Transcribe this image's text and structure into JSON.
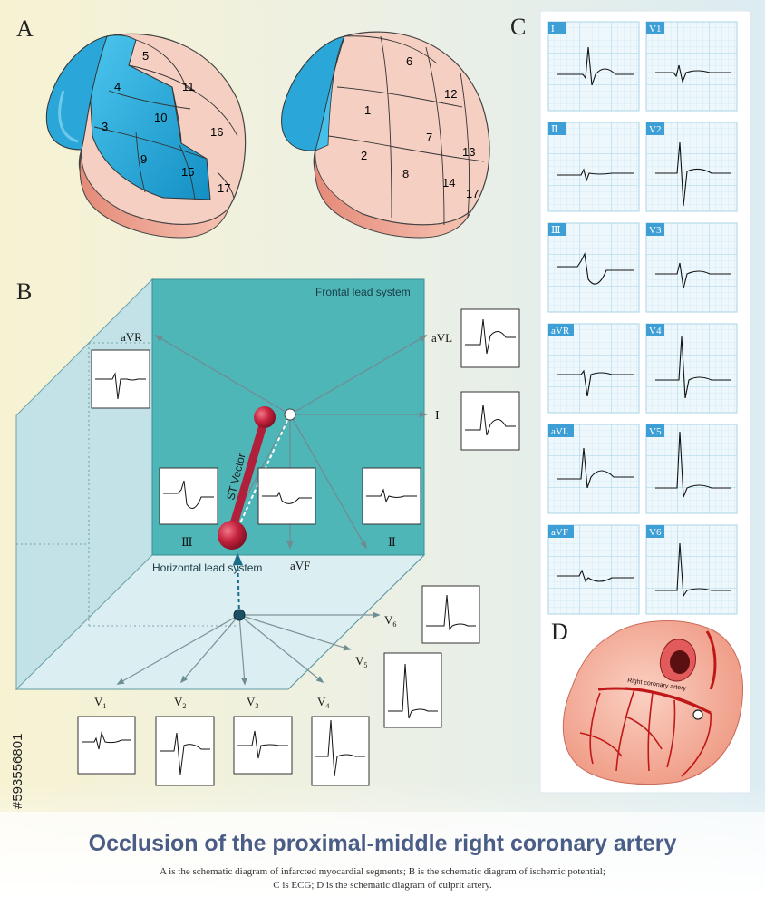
{
  "panels": {
    "a": "A",
    "b": "B",
    "c": "C",
    "d": "D"
  },
  "segments": {
    "left_view": [
      "5",
      "4",
      "11",
      "3",
      "10",
      "16",
      "9",
      "15",
      "17"
    ],
    "right_view": [
      "6",
      "1",
      "12",
      "7",
      "2",
      "13",
      "8",
      "14",
      "17"
    ]
  },
  "vector_diagram": {
    "frontal_label": "Frontal lead system",
    "horizontal_label": "Horizontal lead system",
    "st_vector_label": "ST Vector",
    "frontal_leads": {
      "avr": "aVR",
      "avl": "aVL",
      "i": "I",
      "iii": "Ⅲ",
      "avf": "aVF",
      "ii": "Ⅱ"
    },
    "chest_leads": [
      {
        "name": "V",
        "sub": "1"
      },
      {
        "name": "V",
        "sub": "2"
      },
      {
        "name": "V",
        "sub": "3"
      },
      {
        "name": "V",
        "sub": "4"
      },
      {
        "name": "V",
        "sub": "5"
      },
      {
        "name": "V",
        "sub": "6"
      }
    ]
  },
  "ecg_leads": [
    "I",
    "V1",
    "Ⅱ",
    "V2",
    "Ⅲ",
    "V3",
    "aVR",
    "V4",
    "aVL",
    "V5",
    "aVF",
    "V6"
  ],
  "heart": {
    "artery_label": "Right coronary artery"
  },
  "stock_id": "#593556801",
  "title": "Occlusion of the proximal-middle right coronary artery",
  "caption_line1": "A is the schematic diagram of infarcted myocardial segments; B is the schematic diagram of ischemic potential;",
  "caption_line2": "C is ECG; D is the schematic diagram of culprit artery.",
  "colors": {
    "infarct": "#1aa6d9",
    "myocardium": "#f8d6cc",
    "frontal_plane": "#4fb6b8",
    "st_vector": "#b0203a",
    "title": "#4a5d86",
    "ecg_badge": "#3e9fd6"
  }
}
